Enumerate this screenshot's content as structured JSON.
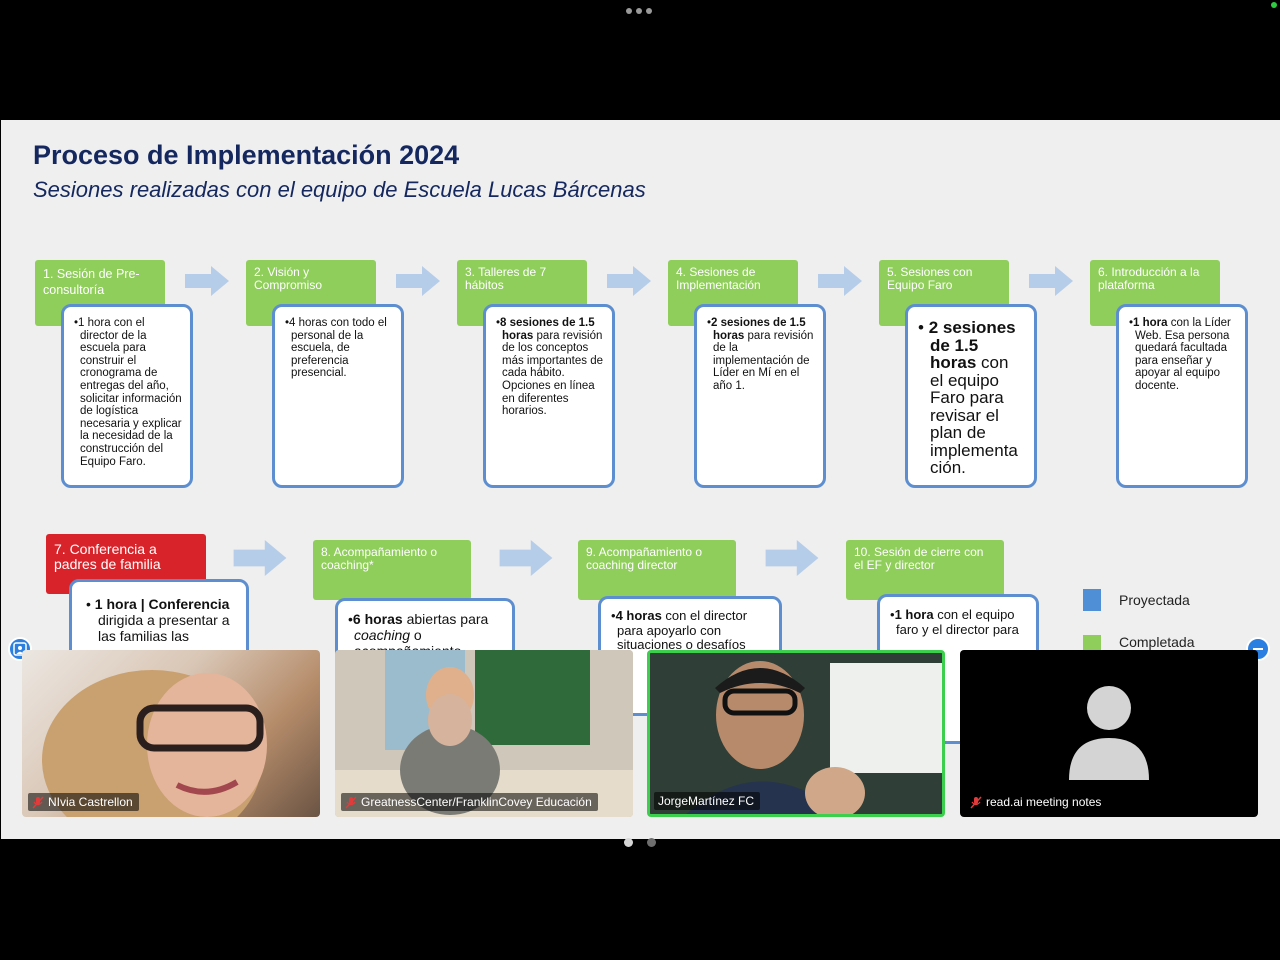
{
  "slide": {
    "title": "Proceso de Implementación 2024",
    "subtitle": "Sesiones realizadas con el equipo de Escuela Lucas Bárcenas",
    "steps_row1": [
      {
        "header": "1. Sesión de Pre-consultoría",
        "body": "•1 hora con el director de la escuela para construir el cronograma de entregas del año, solicitar información de logística necesaria y explicar la necesidad de la construcción del Equipo Faro."
      },
      {
        "header": "2. Visión y Compromiso",
        "body": "•4 horas con todo el personal de la escuela, de preferencia presencial."
      },
      {
        "header": "3. Talleres de 7 hábitos",
        "body_bold": "8 sesiones de 1.5 horas",
        "body_rest": " para revisión de los conceptos más importantes de cada hábito. Opciones en línea en diferentes horarios."
      },
      {
        "header": "4.  Sesiones de Implementación",
        "body_bold": "2 sesiones de 1.5 horas",
        "body_rest": " para revisión de la implementación de Líder en Mí en el año 1."
      },
      {
        "header": "5. Sesiones con Equipo Faro",
        "body_bold": "2 sesiones de 1.5 horas",
        "body_rest": " con el equipo Faro para revisar el plan de implementa ción."
      },
      {
        "header": "6. Introducción a la plataforma",
        "body_bold": "1 hora",
        "body_rest": " con la Líder Web.  Esa persona quedará facultada para enseñar y apoyar al equipo docente."
      }
    ],
    "steps_row2": [
      {
        "header": "7. Conferencia a padres de familia",
        "body_bold": "1 hora | Conferencia",
        "body_rest": " dirigida a presentar a las familias las"
      },
      {
        "header": "8. Acompañamiento o coaching*",
        "body_bold": "6 horas",
        "body_rest": " abiertas para ",
        "body_italic": "coaching",
        "body_tail": " o acompañamiento"
      },
      {
        "header": "9. Acompañamiento o coaching director",
        "body_bold": "4 horas",
        "body_rest": " con el director para apoyarlo con situaciones o desafíos"
      },
      {
        "header": "10. Sesión de cierre con el EF y director",
        "body_bold": "1 hora",
        "body_rest": " con el equipo faro y el director para"
      }
    ],
    "legend": [
      {
        "label": "Proyectada",
        "color": "#4f8fd6"
      },
      {
        "label": "Completada",
        "color": "#8fce5a"
      }
    ]
  },
  "participants": [
    {
      "name": "NIvia Castrellon",
      "muted": true
    },
    {
      "name": "GreatnessCenter/FranklinCovey Educación",
      "muted": true
    },
    {
      "name": "JorgeMartínez FC",
      "muted": false,
      "active_speaker": true
    },
    {
      "name": "read.ai meeting notes",
      "muted": true,
      "icon": "avatar-placeholder-icon"
    }
  ],
  "colors": {
    "green": "#8fce5a",
    "red": "#d9232a",
    "blue_border": "#5d8fd0",
    "title": "#14285f",
    "speaker_border": "#3ccf4e"
  },
  "pagination": {
    "pages": 2,
    "current": 1
  }
}
